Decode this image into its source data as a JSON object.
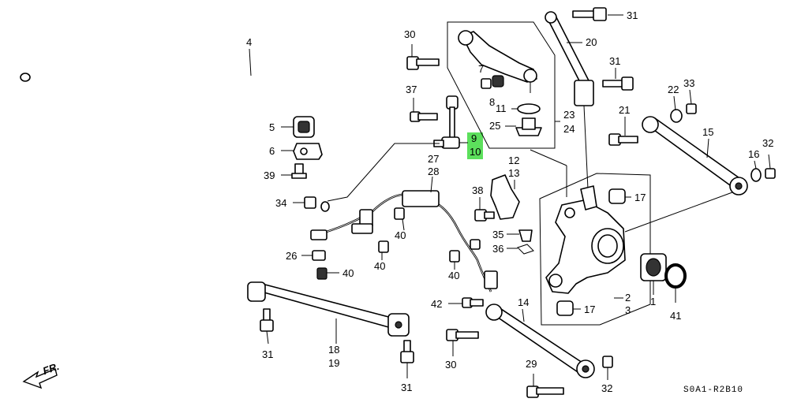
{
  "callouts": {
    "c1": "1",
    "c2": "2",
    "c3": "3",
    "c4": "4",
    "c5": "5",
    "c6": "6",
    "c7": "7",
    "c8": "8",
    "c9": "9",
    "c10": "10",
    "c11": "11",
    "c12": "12",
    "c13": "13",
    "c14": "14",
    "c15": "15",
    "c16": "16",
    "c17a": "17",
    "c17b": "17",
    "c18": "18",
    "c19": "19",
    "c20": "20",
    "c21": "21",
    "c22": "22",
    "c23": "23",
    "c24": "24",
    "c25": "25",
    "c26": "26",
    "c27": "27",
    "c28": "28",
    "c29": "29",
    "c30a": "30",
    "c30b": "30",
    "c31a": "31",
    "c31b": "31",
    "c31c": "31",
    "c31d": "31",
    "c32a": "32",
    "c32b": "32",
    "c33": "33",
    "c34": "34",
    "c35": "35",
    "c36": "36",
    "c37": "37",
    "c38": "38",
    "c39": "39",
    "c40a": "40",
    "c40b": "40",
    "c40c": "40",
    "c40d": "40",
    "c41": "41",
    "c42": "42"
  },
  "direction_label": "FR.",
  "diagram_code": "S0A1-R2B10",
  "highlight_color": "#5ce05c"
}
